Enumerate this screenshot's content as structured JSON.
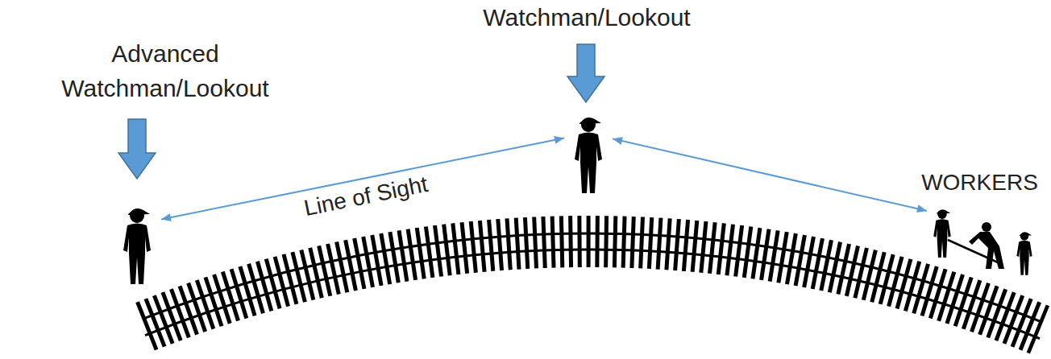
{
  "diagram": {
    "nodes": [
      {
        "text": [
          "Advanced Watchman/Lookout"
        ]
      },
      {
        "text": [
          "Watchman/Lookout"
        ]
      },
      {
        "text": [
          "WORKERS"
        ]
      }
    ],
    "edges": [
      {
        "from": 0,
        "to": 1,
        "arrow": "both",
        "label": "Line of Sight"
      },
      {
        "from": 1,
        "to": 2,
        "arrow": "both"
      }
    ]
  }
}
